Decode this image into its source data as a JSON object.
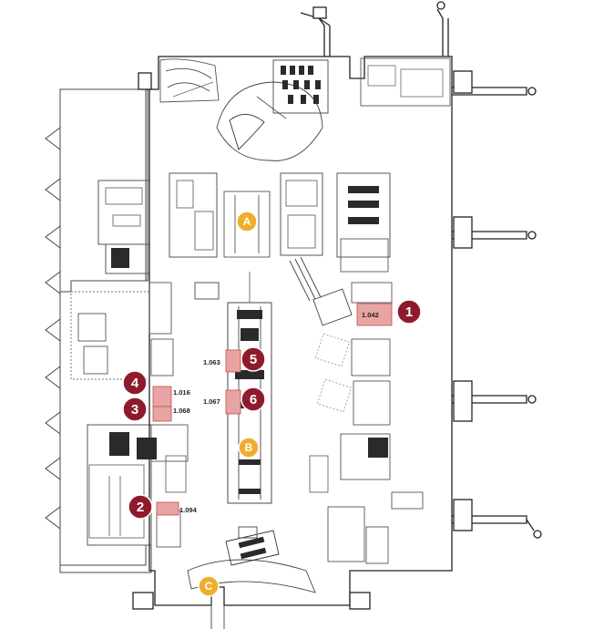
{
  "map": {
    "colors": {
      "wall": "#222222",
      "detail": "#6b6b6b",
      "highlight_fill": "#e8a4a2",
      "highlight_stroke": "#c0504d",
      "numbered_marker": "#8e1b2b",
      "letter_marker": "#f0ad2d"
    },
    "rooms": [
      {
        "id": "room-1042",
        "label": "1.042",
        "highlighted": true
      },
      {
        "id": "room-1063",
        "label": "1.063",
        "highlighted": true
      },
      {
        "id": "room-1067",
        "label": "1.067",
        "highlighted": true
      },
      {
        "id": "room-1016",
        "label": "1.016",
        "highlighted": true
      },
      {
        "id": "room-1068",
        "label": "1.068",
        "highlighted": true
      },
      {
        "id": "room-1094",
        "label": "1.094",
        "highlighted": true
      }
    ],
    "numbered_markers": [
      {
        "label": "1",
        "room": "1.042"
      },
      {
        "label": "2",
        "room": "1.094"
      },
      {
        "label": "3",
        "room": "1.068"
      },
      {
        "label": "4",
        "room": "1.016"
      },
      {
        "label": "5",
        "room": "1.063"
      },
      {
        "label": "6",
        "room": "1.067"
      }
    ],
    "letter_markers": [
      {
        "label": "A"
      },
      {
        "label": "B"
      },
      {
        "label": "C"
      }
    ],
    "icons": [
      "numbered-location-marker-icon",
      "lettered-entrance-marker-icon"
    ]
  }
}
